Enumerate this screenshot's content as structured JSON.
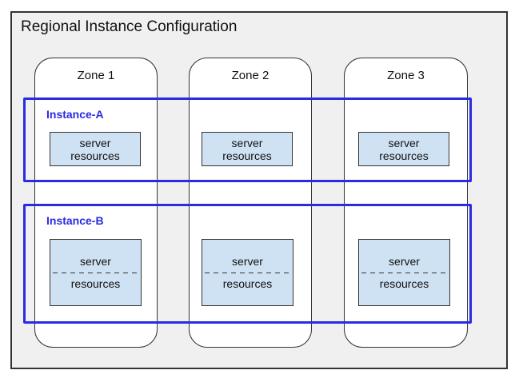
{
  "title": "Regional Instance Configuration",
  "zones": [
    {
      "label": "Zone 1"
    },
    {
      "label": "Zone 2"
    },
    {
      "label": "Zone 3"
    }
  ],
  "instances": [
    {
      "label": "Instance-A",
      "servers": [
        {
          "line1": "server",
          "line2": "resources"
        },
        {
          "line1": "server",
          "line2": "resources"
        },
        {
          "line1": "server",
          "line2": "resources"
        }
      ]
    },
    {
      "label": "Instance-B",
      "servers": [
        {
          "line1": "server",
          "line2": "resources"
        },
        {
          "line1": "server",
          "line2": "resources"
        },
        {
          "line1": "server",
          "line2": "resources"
        }
      ]
    }
  ],
  "colors": {
    "instance_accent": "#2b2be2",
    "server_box_fill": "#cfe2f3",
    "region_background": "#f0f0f0",
    "outline": "#333333"
  }
}
